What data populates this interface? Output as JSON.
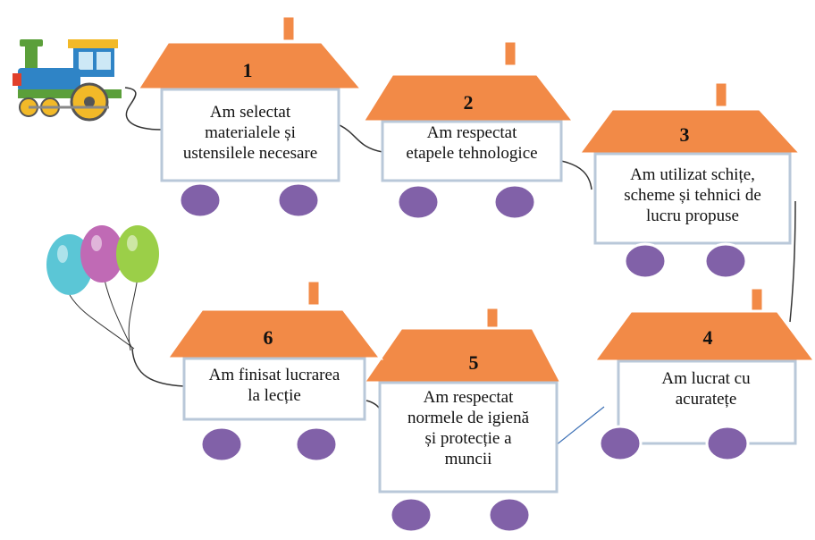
{
  "colors": {
    "roof": "#f28a47",
    "chimney": "#f28a47",
    "wheel": "#8161a8",
    "box_border": "#b9c8d9",
    "connector": "#333333"
  },
  "cars": [
    {
      "number": "1",
      "lines": [
        "Am selectat",
        "materialele și",
        "ustensilele necesare"
      ]
    },
    {
      "number": "2",
      "lines": [
        "Am respectat",
        "etapele tehnologice"
      ]
    },
    {
      "number": "3",
      "lines": [
        "Am utilizat schițe,",
        "scheme și tehnici de",
        "lucru propuse"
      ]
    },
    {
      "number": "4",
      "lines": [
        "Am lucrat cu",
        "acuratețe"
      ]
    },
    {
      "number": "5",
      "lines": [
        "Am respectat",
        "normele de igienă",
        "și protecție a",
        "muncii"
      ]
    },
    {
      "number": "6",
      "lines": [
        "Am finisat lucrarea",
        "la lecție"
      ]
    }
  ],
  "decorations": {
    "train_icon": "locomotive-icon",
    "balloons_icon": "balloons-icon",
    "balloon_colors": [
      "#5bc6d6",
      "#c06ab5",
      "#9bcf48"
    ]
  }
}
